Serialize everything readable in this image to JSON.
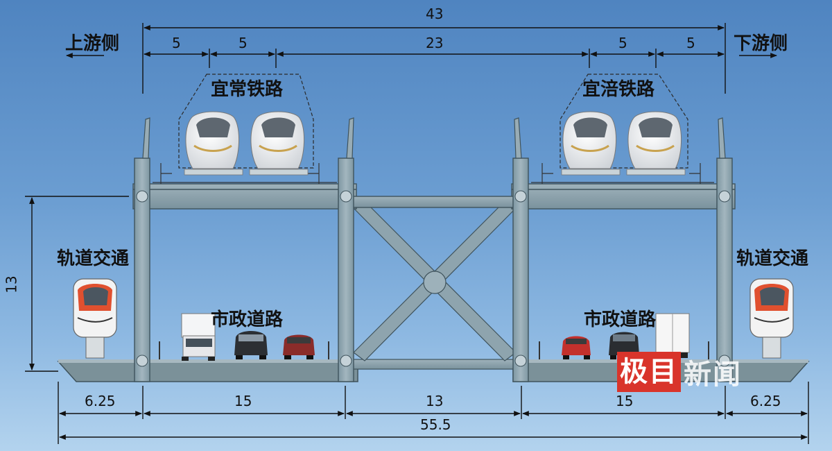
{
  "labels": {
    "upstream": "上游侧",
    "downstream": "下游侧",
    "railway_left": "宜常铁路",
    "railway_right": "宜涪铁路",
    "rail_transit_left": "轨道交通",
    "rail_transit_right": "轨道交通",
    "road_left": "市政道路",
    "road_right": "市政道路"
  },
  "dimensions": {
    "top_total": "43",
    "top_5a": "5",
    "top_5b": "5",
    "top_23": "23",
    "top_5c": "5",
    "top_5d": "5",
    "height": "13",
    "bottom_left": "6.25",
    "bottom_15a": "15",
    "bottom_13": "13",
    "bottom_15b": "15",
    "bottom_right": "6.25",
    "bottom_total": "55.5"
  },
  "watermark": {
    "part1": "极目",
    "part2": "新闻"
  },
  "colors": {
    "steel": "#8aa1ab",
    "steel_dark": "#5f7580",
    "train_body": "#f0f1f3",
    "monorail_red": "#e0502f",
    "watermark_red": "#d9342b"
  }
}
